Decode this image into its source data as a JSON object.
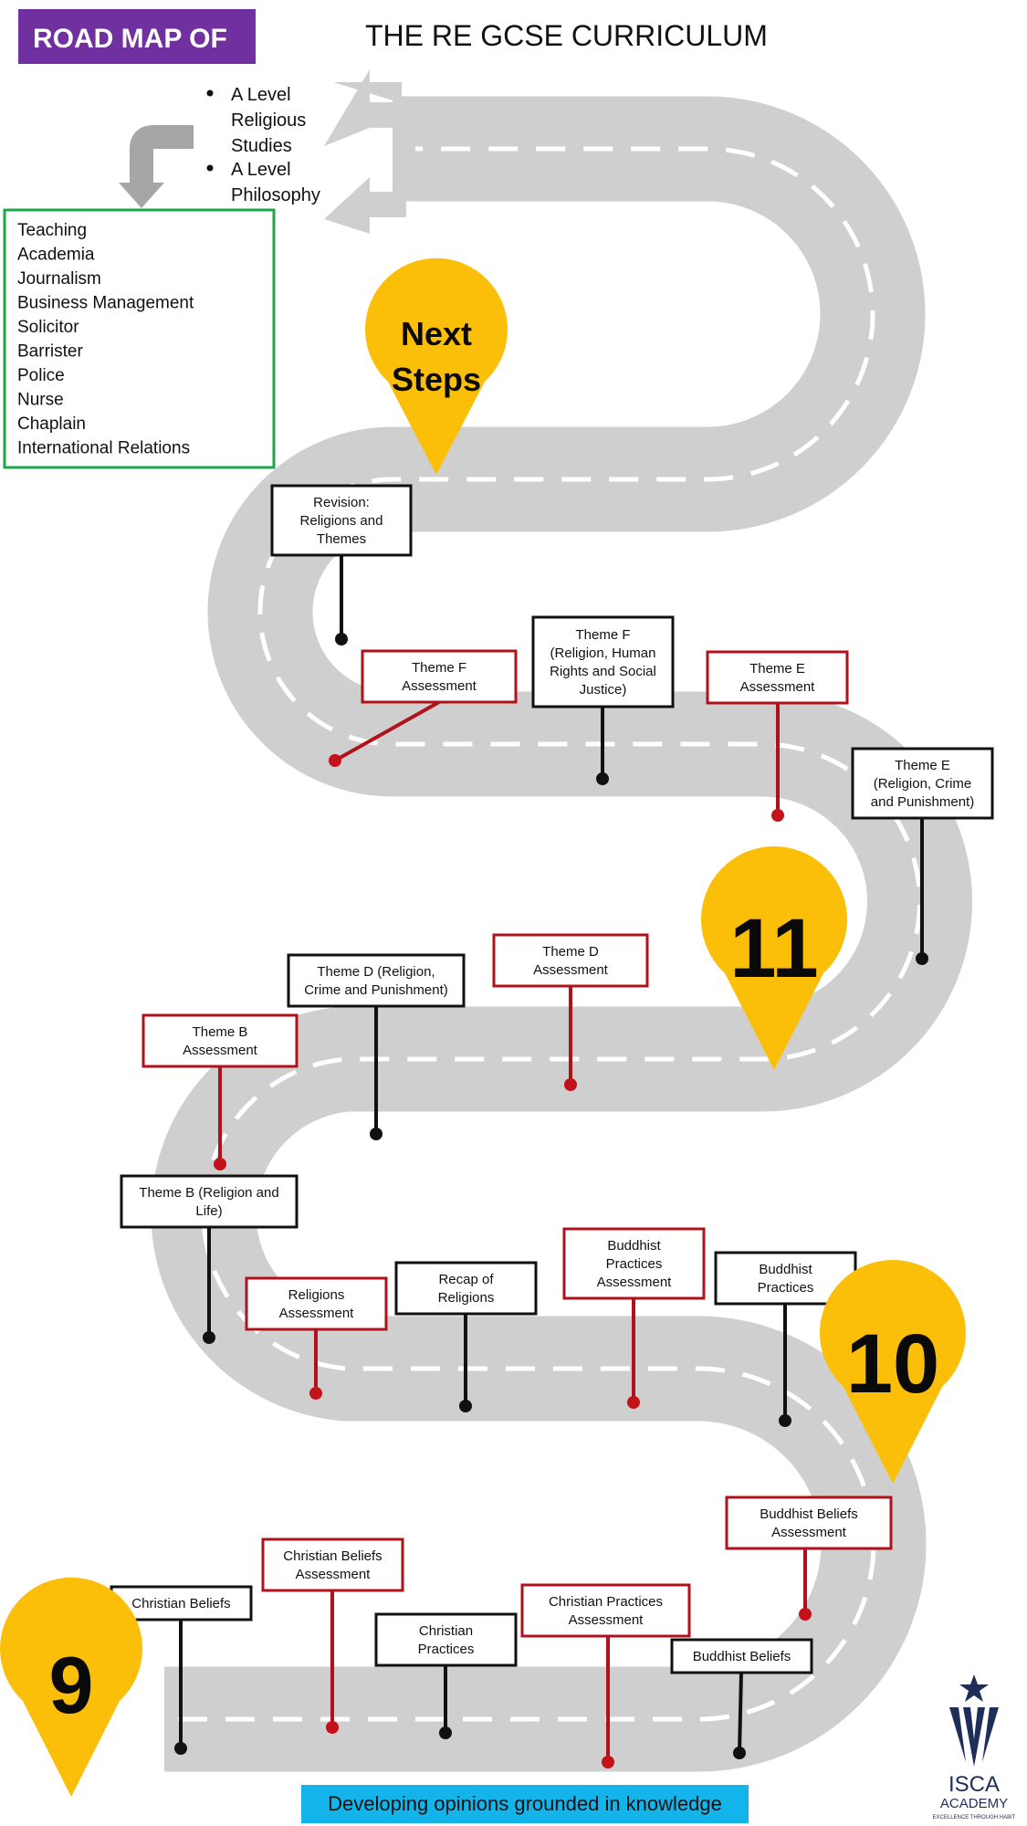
{
  "header": {
    "badge": "ROAD MAP OF",
    "title": "THE RE GCSE CURRICULUM"
  },
  "next_options": [
    "A Level Religious Studies",
    "A Level Philosophy"
  ],
  "careers": [
    "Teaching",
    "Academia",
    "Journalism",
    "Business Management",
    "Solicitor",
    "Barrister",
    "Police",
    "Nurse",
    "Chaplain",
    "International Relations"
  ],
  "pins": {
    "next_steps": [
      "Next",
      "Steps"
    ],
    "year_11": "11",
    "year_10": "10",
    "year_9": "9"
  },
  "milestones": [
    {
      "id": "revision",
      "type": "topic",
      "lines": [
        "Revision:",
        "Religions and",
        "Themes"
      ]
    },
    {
      "id": "theme-f-assessment",
      "type": "assessment",
      "lines": [
        "Theme F",
        "Assessment"
      ]
    },
    {
      "id": "theme-f",
      "type": "topic",
      "lines": [
        "Theme F",
        "(Religion, Human",
        "Rights and Social",
        "Justice)"
      ]
    },
    {
      "id": "theme-e-assessment",
      "type": "assessment",
      "lines": [
        "Theme E",
        "Assessment"
      ]
    },
    {
      "id": "theme-e",
      "type": "topic",
      "lines": [
        "Theme E",
        "(Religion, Crime",
        "and Punishment)"
      ]
    },
    {
      "id": "theme-d-assessment",
      "type": "assessment",
      "lines": [
        "Theme D",
        "Assessment"
      ]
    },
    {
      "id": "theme-d",
      "type": "topic",
      "lines": [
        "Theme D (Religion,",
        "Crime and Punishment)"
      ]
    },
    {
      "id": "theme-b-assessment",
      "type": "assessment",
      "lines": [
        "Theme B",
        "Assessment"
      ]
    },
    {
      "id": "theme-b",
      "type": "topic",
      "lines": [
        "Theme B (Religion and",
        "Life)"
      ]
    },
    {
      "id": "religions-assessment",
      "type": "assessment",
      "lines": [
        "Religions",
        "Assessment"
      ]
    },
    {
      "id": "recap-religions",
      "type": "topic",
      "lines": [
        "Recap of",
        "Religions"
      ]
    },
    {
      "id": "buddhist-practices-assessment",
      "type": "assessment",
      "lines": [
        "Buddhist",
        "Practices",
        "Assessment"
      ]
    },
    {
      "id": "buddhist-practices",
      "type": "topic",
      "lines": [
        "Buddhist",
        "Practices"
      ]
    },
    {
      "id": "buddhist-beliefs-assessment",
      "type": "assessment",
      "lines": [
        "Buddhist Beliefs",
        "Assessment"
      ]
    },
    {
      "id": "buddhist-beliefs",
      "type": "topic",
      "lines": [
        "Buddhist Beliefs"
      ]
    },
    {
      "id": "christian-practices-assessment",
      "type": "assessment",
      "lines": [
        "Christian Practices",
        "Assessment"
      ]
    },
    {
      "id": "christian-practices",
      "type": "topic",
      "lines": [
        "Christian",
        "Practices"
      ]
    },
    {
      "id": "christian-beliefs-assessment",
      "type": "assessment",
      "lines": [
        "Christian Beliefs",
        "Assessment"
      ]
    },
    {
      "id": "christian-beliefs",
      "type": "topic",
      "lines": [
        "Christian Beliefs"
      ]
    }
  ],
  "footer": "Developing opinions grounded in knowledge",
  "logo": {
    "name": "ISCA",
    "sub": "ACADEMY",
    "tagline": "EXCELLENCE THROUGH HABIT"
  },
  "colors": {
    "badge": "#7030a0",
    "pin": "#fbbf0a",
    "road": "#cfcfcf",
    "assessment": "#b0121b",
    "careers_border": "#1fa54a",
    "footer": "#13b4ea"
  }
}
